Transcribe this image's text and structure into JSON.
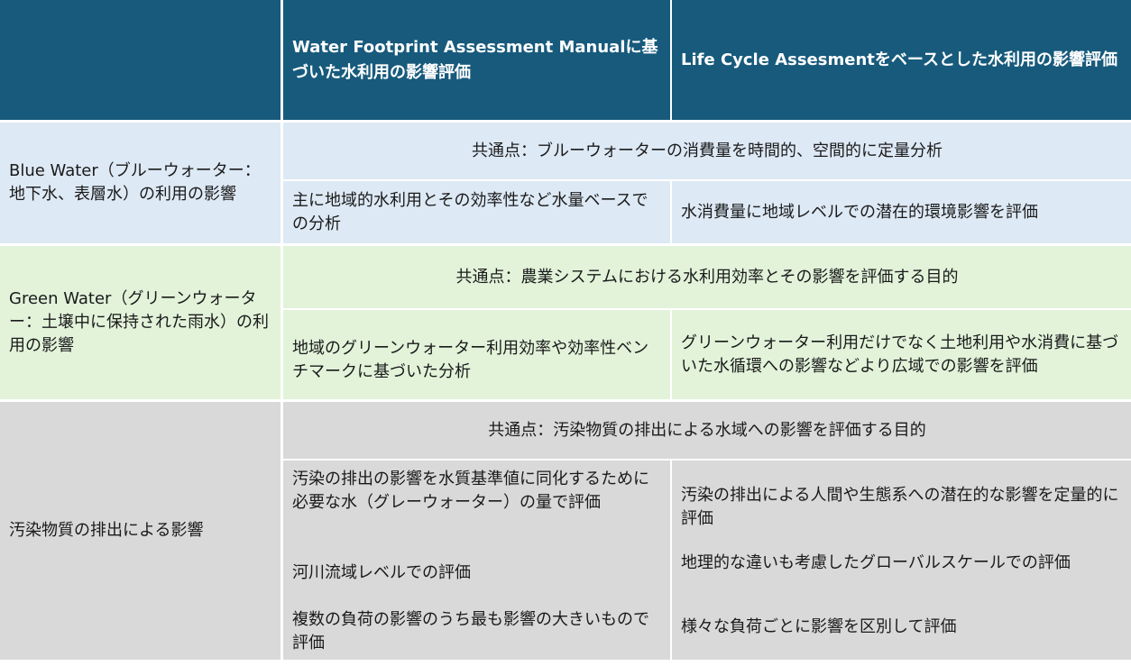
{
  "header": {
    "corner": "",
    "col1": "Water Footprint Assessment Manualに基づいた水利用の影響評価",
    "col2": "Life Cycle Assesmentをベースとした水利用の影響評価"
  },
  "rows": [
    {
      "label": "Blue Water（ブルーウォーター：地下水、表層水）の利用の影響",
      "common": "共通点：ブルーウォーターの消費量を時間的、空間的に定量分析",
      "wf": [
        "主に地域的水利用とその効率性など水量ベースでの分析"
      ],
      "lca": [
        "水消費量に地域レベルでの潜在的環境影響を評価"
      ]
    },
    {
      "label": "Green Water（グリーンウォーター：土壌中に保持された雨水）の利用の影響",
      "common": "共通点：農業システムにおける水利用効率とその影響を評価する目的",
      "wf": [
        "地域のグリーンウォーター利用効率や効率性ベンチマークに基づいた分析"
      ],
      "lca": [
        "グリーンウォーター利用だけでなく土地利用や水消費に基づいた水循環への影響などより広域での影響を評価"
      ]
    },
    {
      "label": "汚染物質の排出による影響",
      "common": "共通点：汚染物質の排出による水域への影響を評価する目的",
      "wf": [
        "汚染の排出の影響を水質基準値に同化するために必要な水（グレーウォーター）の量で評価",
        "河川流域レベルでの評価",
        "複数の負荷の影響のうち最も影響の大きいもので評価"
      ],
      "lca": [
        "汚染の排出による人間や生態系への潜在的な影響を定量的に評価",
        "地理的な違いも考慮したグローバルスケールでの評価",
        "様々な負荷ごとに影響を区別して評価"
      ]
    }
  ]
}
